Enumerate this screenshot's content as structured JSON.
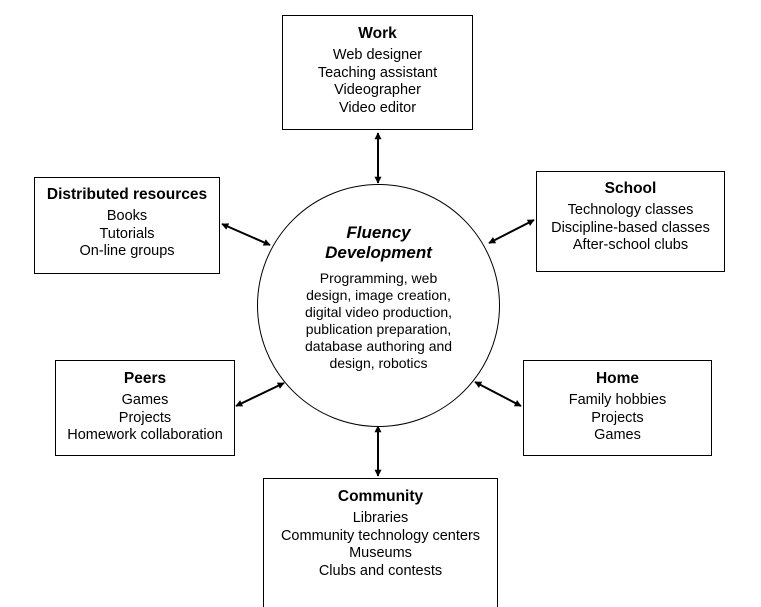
{
  "center": {
    "title_lines": [
      "Fluency",
      "Development"
    ],
    "description_lines": [
      "Programming, web",
      "design, image creation,",
      "digital video production,",
      "publication preparation,",
      "database authoring and",
      "design, robotics"
    ]
  },
  "nodes": {
    "work": {
      "title": "Work",
      "items": [
        "Web designer",
        "Teaching assistant",
        "Videographer",
        "Video editor"
      ]
    },
    "distributed": {
      "title": "Distributed resources",
      "items": [
        "Books",
        "Tutorials",
        "On-line groups"
      ]
    },
    "school": {
      "title": "School",
      "items": [
        "Technology classes",
        "Discipline-based classes",
        "After-school clubs"
      ]
    },
    "peers": {
      "title": "Peers",
      "items": [
        "Games",
        "Projects",
        "Homework collaboration"
      ]
    },
    "home": {
      "title": "Home",
      "items": [
        "Family hobbies",
        "Projects",
        "Games"
      ]
    },
    "community": {
      "title": "Community",
      "items": [
        "Libraries",
        "Community technology centers",
        "Museums",
        "Clubs and contests"
      ]
    }
  },
  "colors": {
    "stroke": "#000000",
    "background": "#ffffff"
  }
}
